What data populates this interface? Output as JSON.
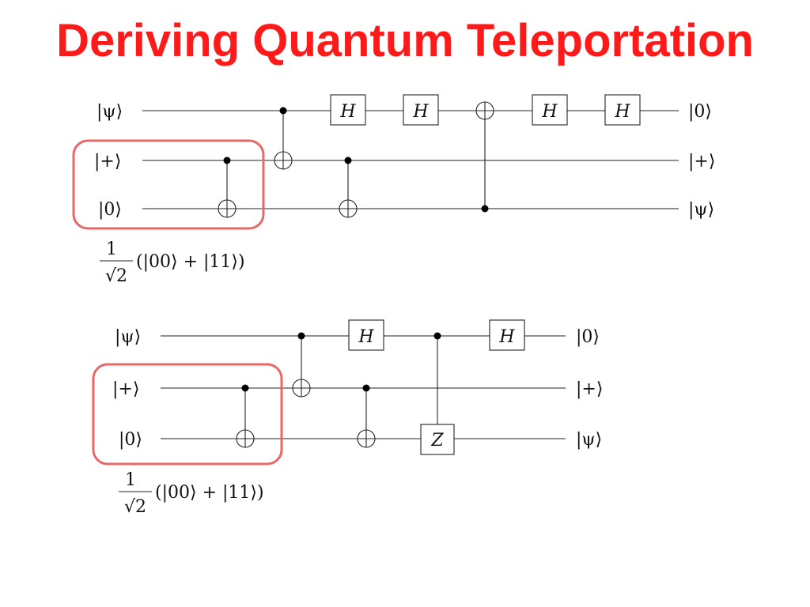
{
  "title": "Deriving Quantum Teleportation",
  "colors": {
    "title": "#ff1a1a",
    "highlight_box": "#e8686a"
  },
  "circuit_top": {
    "inputs": [
      "|ψ⟩",
      "|+⟩",
      "|0⟩"
    ],
    "outputs": [
      "|0⟩",
      "|+⟩",
      "|ψ⟩"
    ],
    "gates": [
      "H",
      "H",
      "H",
      "H"
    ],
    "bell_state": {
      "numerator": "1",
      "denominator": "√2",
      "expression": "(|00⟩ + |11⟩)"
    }
  },
  "circuit_bottom": {
    "inputs": [
      "|ψ⟩",
      "|+⟩",
      "|0⟩"
    ],
    "outputs": [
      "|0⟩",
      "|+⟩",
      "|ψ⟩"
    ],
    "gates": [
      "H",
      "Z",
      "H"
    ],
    "bell_state": {
      "numerator": "1",
      "denominator": "√2",
      "expression": "(|00⟩ + |11⟩)"
    }
  }
}
